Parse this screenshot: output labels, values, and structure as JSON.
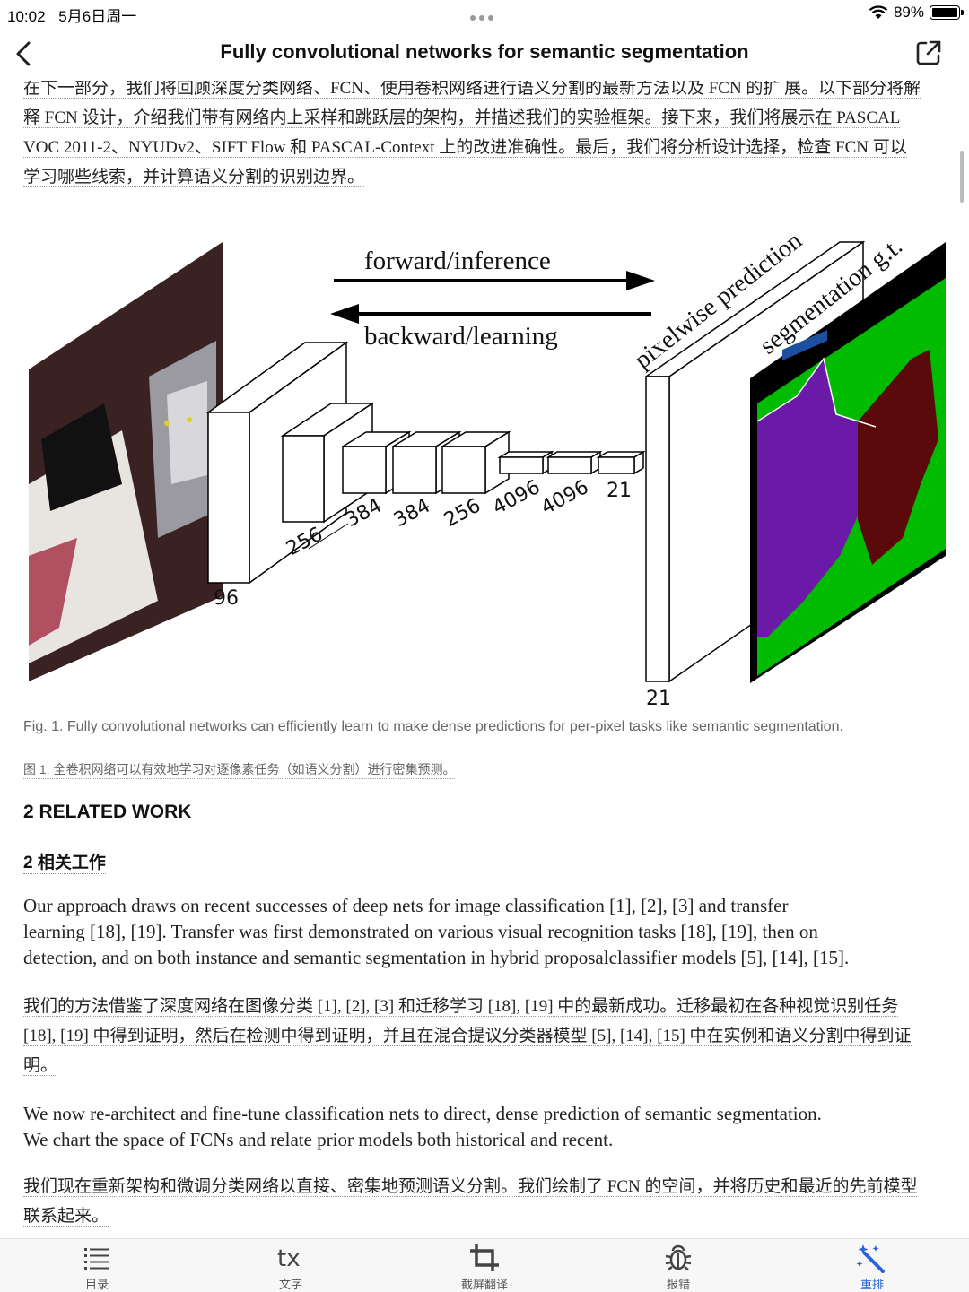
{
  "status": {
    "time": "10:02",
    "date": "5月6日周一",
    "battery": "89%",
    "battery_level": 0.89
  },
  "nav": {
    "title": "Fully convolutional networks for semantic segmentation"
  },
  "content": {
    "intro_zh_lines": [
      "在下一部分，我们将回顾深度分类网络、FCN、使用卷积网络进行语义分割的最新方法以及 FCN 的扩 展。以下部分将解",
      "释 FCN 设计，介绍我们带有网络内上采样和跳跃层的架构，并描述我们的实验框架。接下来，我们将展示在 PASCAL",
      "VOC 2011-2、NYUDv2、SIFT Flow 和 PASCAL-Context 上的改进准确性。最后，我们将分析设计选择，检查 FCN 可以",
      "学习哪些线索，并计算语义分割的识别边界。"
    ],
    "figure": {
      "forward_label": "forward/inference",
      "backward_label": "backward/learning",
      "pixelwise_label": "pixelwise prediction",
      "segmentation_label": "segmentation g.t.",
      "layer_labels": [
        "96",
        "256",
        "384",
        "384",
        "256",
        "4096",
        "4096",
        "21"
      ],
      "output_label": "21"
    },
    "caption_en": "Fig. 1. Fully convolutional networks can efficiently learn to make dense predictions for per-pixel tasks like semantic segmentation.",
    "caption_zh": "图 1. 全卷积网络可以有效地学习对逐像素任务（如语义分割）进行密集预测。",
    "heading_en": "2 RELATED WORK",
    "heading_zh": "2 相关工作",
    "para1_en_lines": [
      "Our approach draws on recent successes of deep nets for image classification [1], [2], [3] and transfer",
      "learning [18], [19]. Transfer was first demonstrated on various visual recognition tasks [18], [19], then on",
      "detection, and on both instance and semantic segmentation in hybrid proposalclassifier models [5], [14], [15]."
    ],
    "para1_zh_lines": [
      "我们的方法借鉴了深度网络在图像分类 [1], [2], [3] 和迁移学习 [18], [19] 中的最新成功。迁移最初在各种视觉识别任务",
      "[18], [19] 中得到证明，然后在检测中得到证明，并且在混合提议分类器模型 [5], [14], [15] 中在实例和语义分割中得到证",
      "明。"
    ],
    "para2_en_lines": [
      "We now re-architect and fine-tune classification nets to direct, dense prediction of semantic segmentation.",
      "We chart the space of FCNs and relate prior models both historical and recent."
    ],
    "para2_zh_lines": [
      "我们现在重新架构和微调分类网络以直接、密集地预测语义分割。我们绘制了 FCN 的空间，并将历史和最近的先前模型",
      "联系起来。"
    ]
  },
  "toolbar": {
    "items": [
      {
        "label": "目录",
        "icon": "list-icon"
      },
      {
        "label": "文字",
        "icon": "text-icon"
      },
      {
        "label": "截屏翻译",
        "icon": "crop-icon"
      },
      {
        "label": "报错",
        "icon": "bug-icon"
      },
      {
        "label": "重排",
        "icon": "magic-wand-icon"
      }
    ],
    "active_index": 4,
    "active_color": "#2962d9"
  }
}
